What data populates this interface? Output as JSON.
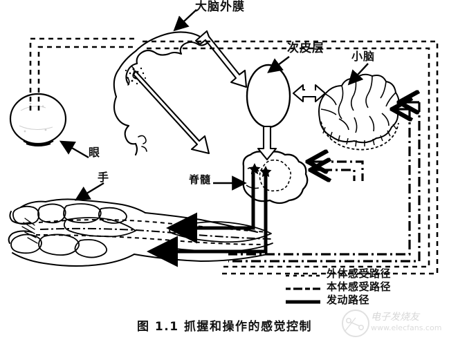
{
  "figure": {
    "caption": "图 1.1  抓握和操作的感觉控制",
    "background_color": "#ffffff",
    "ink_color": "#000000"
  },
  "labels": {
    "cortex": "大脑外膜",
    "subcortex": "次皮层",
    "cerebellum": "小脑",
    "eye": "眼",
    "hand": "手",
    "spinal_cord": "脊髓"
  },
  "legend": {
    "items": [
      {
        "style": "dotted",
        "label": "外体感受路径"
      },
      {
        "style": "dash-dot",
        "label": "本体感受路径"
      },
      {
        "style": "solid",
        "label": "发动路径"
      }
    ]
  },
  "watermark": {
    "brand": "电子发烧友",
    "url": "www.elecfans.com"
  },
  "diagram_nodes": [
    {
      "name": "cortex",
      "label": "大脑外膜"
    },
    {
      "name": "subcortex",
      "label": "次皮层"
    },
    {
      "name": "cerebellum",
      "label": "小脑"
    },
    {
      "name": "eye",
      "label": "眼"
    },
    {
      "name": "hand",
      "label": "手"
    },
    {
      "name": "spinal-cord",
      "label": "脊髓"
    }
  ]
}
